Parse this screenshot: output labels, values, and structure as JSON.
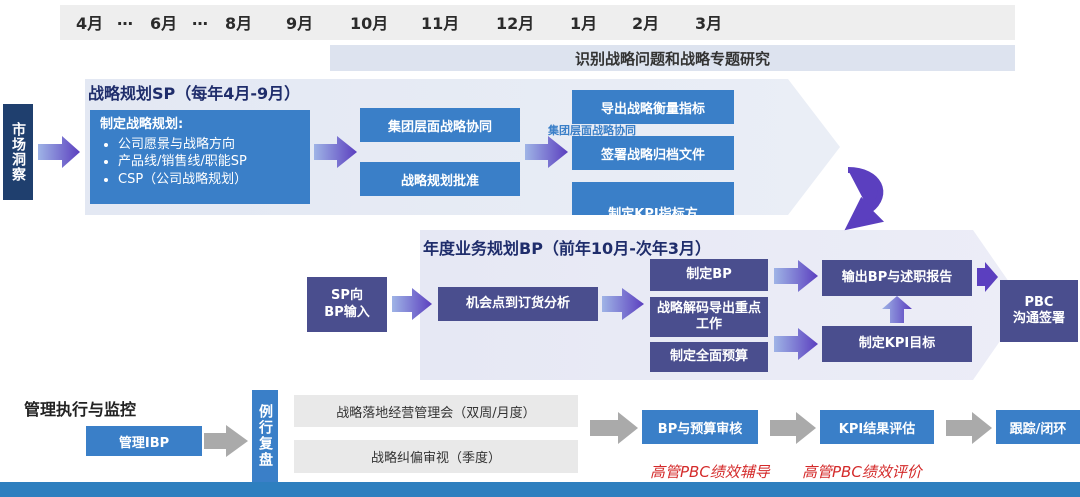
{
  "timeline": {
    "months": [
      "4月",
      "…",
      "6月",
      "…",
      "8月",
      "9月",
      "10月",
      "11月",
      "12月",
      "1月",
      "2月",
      "3月"
    ]
  },
  "research_banner": "识别战略问题和战略专题研究",
  "market_insight": "市场洞察",
  "sp": {
    "title": "战略规划SP（每年4月-9月）",
    "box_heading": "制定战略规划:",
    "bullets": [
      "公司愿景与战略方向",
      "产品线/销售线/职能SP",
      "CSP（公司战略规划）"
    ],
    "group_sync": "集团层面战略协同",
    "approve": "战略规划批准",
    "ghost": "集团层面战略协同",
    "out1": "导出战略衡量指标",
    "out2": "签署战略归档文件",
    "out3": "制定KPI指标方"
  },
  "bp": {
    "title": "年度业务规划BP（前年10月-次年3月）",
    "sp_input": "SP向\nBP输入",
    "opportunity": "机会点到订货分析",
    "make_bp": "制定BP",
    "decode": "战略解码导出重点工作",
    "budget": "制定全面预算",
    "output_bp": "输出BP与述职报告",
    "kpi_target": "制定KPI目标",
    "pbc": "PBC\n沟通签署"
  },
  "exec": {
    "title": "管理执行与监控",
    "ibp": "管理IBP",
    "review": "例行复盘",
    "meeting1": "战略落地经营管理会（双周/月度）",
    "meeting2": "战略纠偏审视（季度）",
    "bp_audit": "BP与预算审核",
    "kpi_eval": "KPI结果评估",
    "track": "跟踪/闭环",
    "note1": "高管PBC绩效辅导",
    "note2": "高管PBC绩效评价"
  },
  "colors": {
    "blue_box": "#3a7fc8",
    "navy_box": "#4a4e8e",
    "dark_bar": "#1f3f6e",
    "footer": "#2e7fbf",
    "arrow": "#5b3fbf",
    "note_red": "#d42a2a"
  }
}
